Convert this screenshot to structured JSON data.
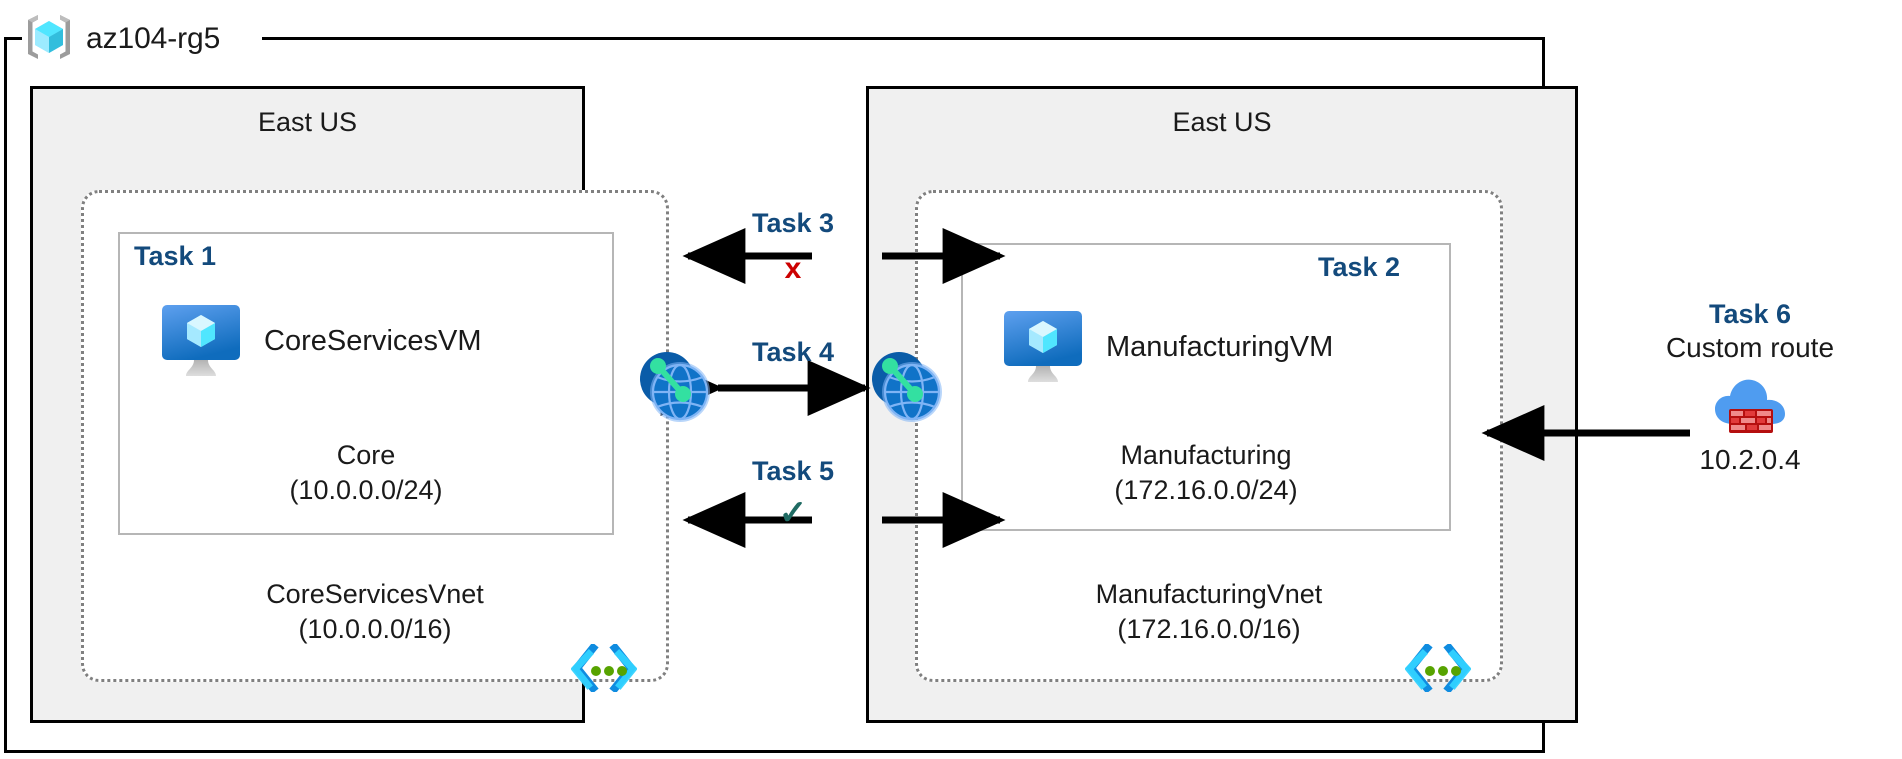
{
  "resource_group": {
    "icon": "resource-group-cube-icon",
    "label": "az104-rg5"
  },
  "regions": [
    {
      "id": "left",
      "title": "East US"
    },
    {
      "id": "right",
      "title": "East US"
    }
  ],
  "vnets": [
    {
      "id": "core",
      "name": "CoreServicesVnet",
      "cidr": "(10.0.0.0/16)",
      "icon": "vnet-icon"
    },
    {
      "id": "manufacturing",
      "name": "ManufacturingVnet",
      "cidr": "(172.16.0.0/16)",
      "icon": "vnet-icon"
    }
  ],
  "subnets": [
    {
      "id": "core",
      "task_tag": "Task 1",
      "vm_name": "CoreServicesVM",
      "vm_icon": "virtual-machine-icon",
      "name": "Core",
      "cidr": "(10.0.0.0/24)"
    },
    {
      "id": "manufacturing",
      "task_tag": "Task 2",
      "vm_name": "ManufacturingVM",
      "vm_icon": "virtual-machine-icon",
      "name": "Manufacturing",
      "cidr": "(172.16.0.0/24)"
    }
  ],
  "peerings": [
    {
      "id": "left-peering",
      "icon": "vnet-peering-icon"
    },
    {
      "id": "right-peering",
      "icon": "vnet-peering-icon"
    }
  ],
  "connections": [
    {
      "id": "task3",
      "label": "Task 3",
      "verdict": "x",
      "verdict_glyph": "x",
      "style": "blocked"
    },
    {
      "id": "task4",
      "label": "Task 4",
      "verdict": "",
      "verdict_glyph": "",
      "style": "peering"
    },
    {
      "id": "task5",
      "label": "Task 5",
      "verdict": "check",
      "verdict_glyph": "✓",
      "style": "allowed"
    }
  ],
  "custom_route": {
    "task_label": "Task 6",
    "description": "Custom route",
    "icon": "azure-firewall-icon",
    "next_hop_ip": "10.2.0.4"
  },
  "colors": {
    "task_blue": "#134a7c",
    "blocked_red": "#cc0000",
    "allowed_teal": "#1f6b63",
    "region_fill": "#f0f0f0",
    "vnet_border": "#808080",
    "subnet_border": "#b6b6b6",
    "azure_blue": "#0078d4",
    "cube_cyan": "#50e6ff"
  }
}
